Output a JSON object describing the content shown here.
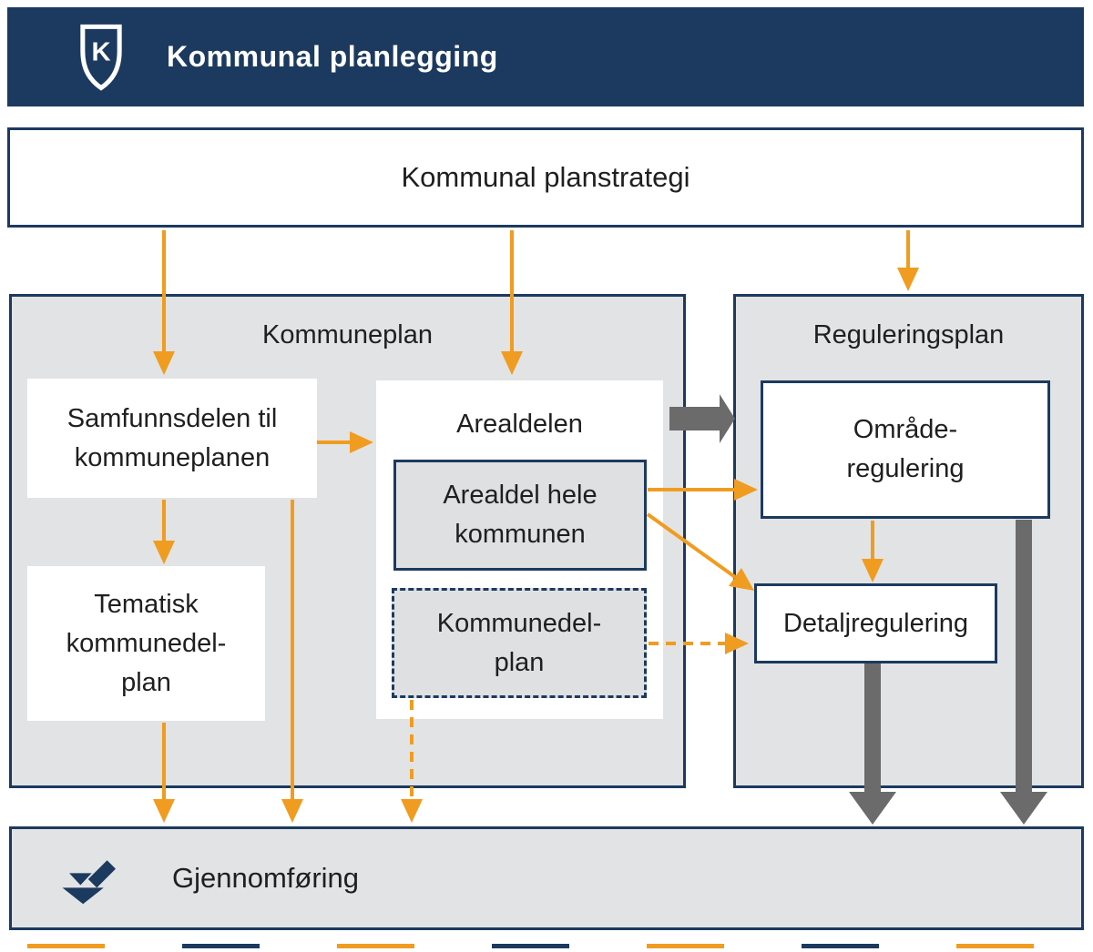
{
  "header": {
    "logo_letter": "K",
    "title": "Kommunal planlegging"
  },
  "plan_strategy": {
    "label": "Kommunal planstrategi"
  },
  "kommuneplan": {
    "title": "Kommuneplan",
    "samfunnsdelen": {
      "lines": [
        "Samfunnsdelen til",
        "kommuneplanen"
      ]
    },
    "tematisk": {
      "lines": [
        "Tematisk",
        "kommunedel-",
        "plan"
      ]
    },
    "arealdelen": {
      "title": "Arealdelen",
      "arealdel_hele": {
        "lines": [
          "Arealdel hele",
          "kommunen"
        ]
      },
      "kommunedelplan": {
        "lines": [
          "Kommunedel-",
          "plan"
        ]
      }
    }
  },
  "reguleringsplan": {
    "title": "Reguleringsplan",
    "omraaderegulering": {
      "lines": [
        "Område-",
        "regulering"
      ]
    },
    "detaljregulering": {
      "label": "Detaljregulering"
    }
  },
  "gjennomfoering": {
    "label": "Gjennomføring"
  },
  "colors": {
    "navy": "#1c3a5f",
    "orange": "#f09c20",
    "section_gray": "#e2e3e4",
    "inner_gray": "#dfe0e1",
    "thick_arrow_gray": "#6b6b6b"
  }
}
